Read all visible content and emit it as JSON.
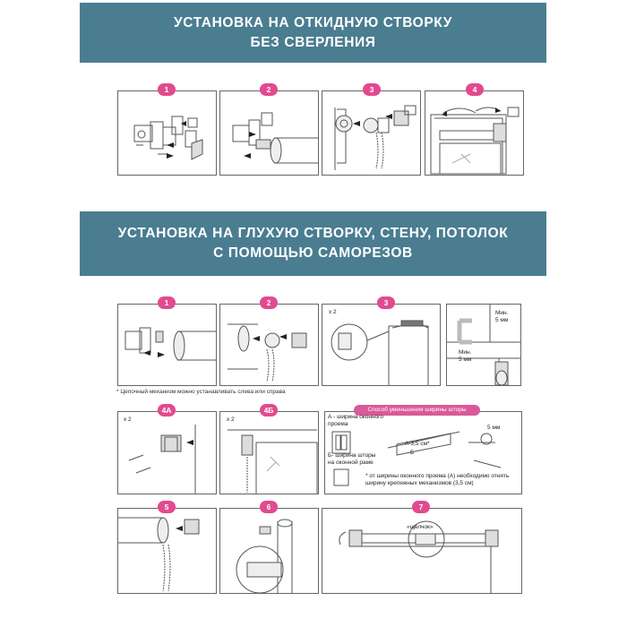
{
  "section1": {
    "title_line1": "УСТАНОВКА НА ОТКИДНУЮ СТВОРКУ",
    "title_line2": "БЕЗ СВЕРЛЕНИЯ",
    "steps": [
      "1",
      "2",
      "3",
      "4"
    ]
  },
  "section2": {
    "title_line1": "УСТАНОВКА НА ГЛУХУЮ СТВОРКУ, СТЕНУ, ПОТОЛОК",
    "title_line2": "С ПОМОЩЬЮ САМОРЕЗОВ",
    "steps": [
      "1",
      "2",
      "3",
      "4А",
      "4Б",
      "5",
      "6",
      "7"
    ],
    "multiplier": "x 2",
    "footnote": "* Цепочный механизм можно устанавливать слева или справа",
    "min_label_1": "Мин.",
    "min_value_1": "5 мм",
    "min_label_2": "Мин.",
    "min_value_2": "5 мм",
    "click_label": "«щелчок»"
  },
  "width_reduction": {
    "title": "Способ уменьшения ширины шторы",
    "label_a": "А - ширина оконного проема",
    "label_b": "Б- ширина шторы на оконной раме",
    "dim_a": "А-3,5 см*",
    "dim_b": "Б",
    "dim_5mm": "5 мм",
    "note": "* от ширины оконного проема (А) необходимо отнять ширину крепежных механизмов (3,5 см)"
  },
  "colors": {
    "banner": "#4a7d90",
    "badge": "#e24a8f",
    "line": "#555555"
  }
}
